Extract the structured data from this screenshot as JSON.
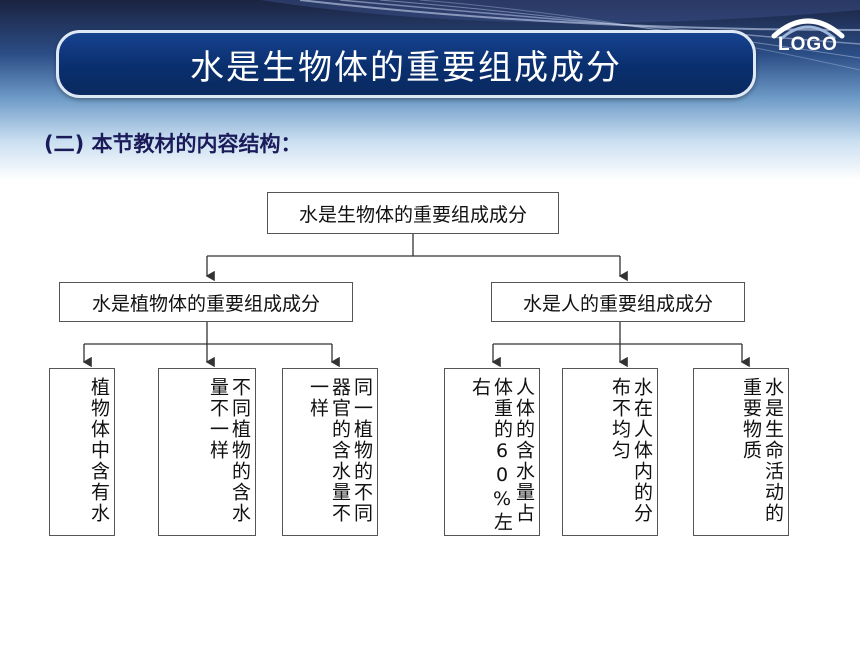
{
  "header": {
    "title": "水是生物体的重要组成成分",
    "logo": "LOGO"
  },
  "subtitle": "(二) 本节教材的内容结构：",
  "tree": {
    "root": "水是生物体的重要组成成分",
    "left": {
      "label": "水是植物体的重要组成成分",
      "children": [
        "植物体中含有水",
        "不同植物的含水量不一样",
        "同一植物的不同器官的含水量不一样"
      ]
    },
    "right": {
      "label": "水是人的重要组成成分",
      "children": [
        "人体的含水量占体重的60%左右",
        "水在人体内的分布不均匀",
        "水是生命活动的重要物质"
      ]
    }
  },
  "colors": {
    "title_bar": "#0a2f6e",
    "subtitle": "#1b1b5a",
    "lines": "#333333"
  }
}
